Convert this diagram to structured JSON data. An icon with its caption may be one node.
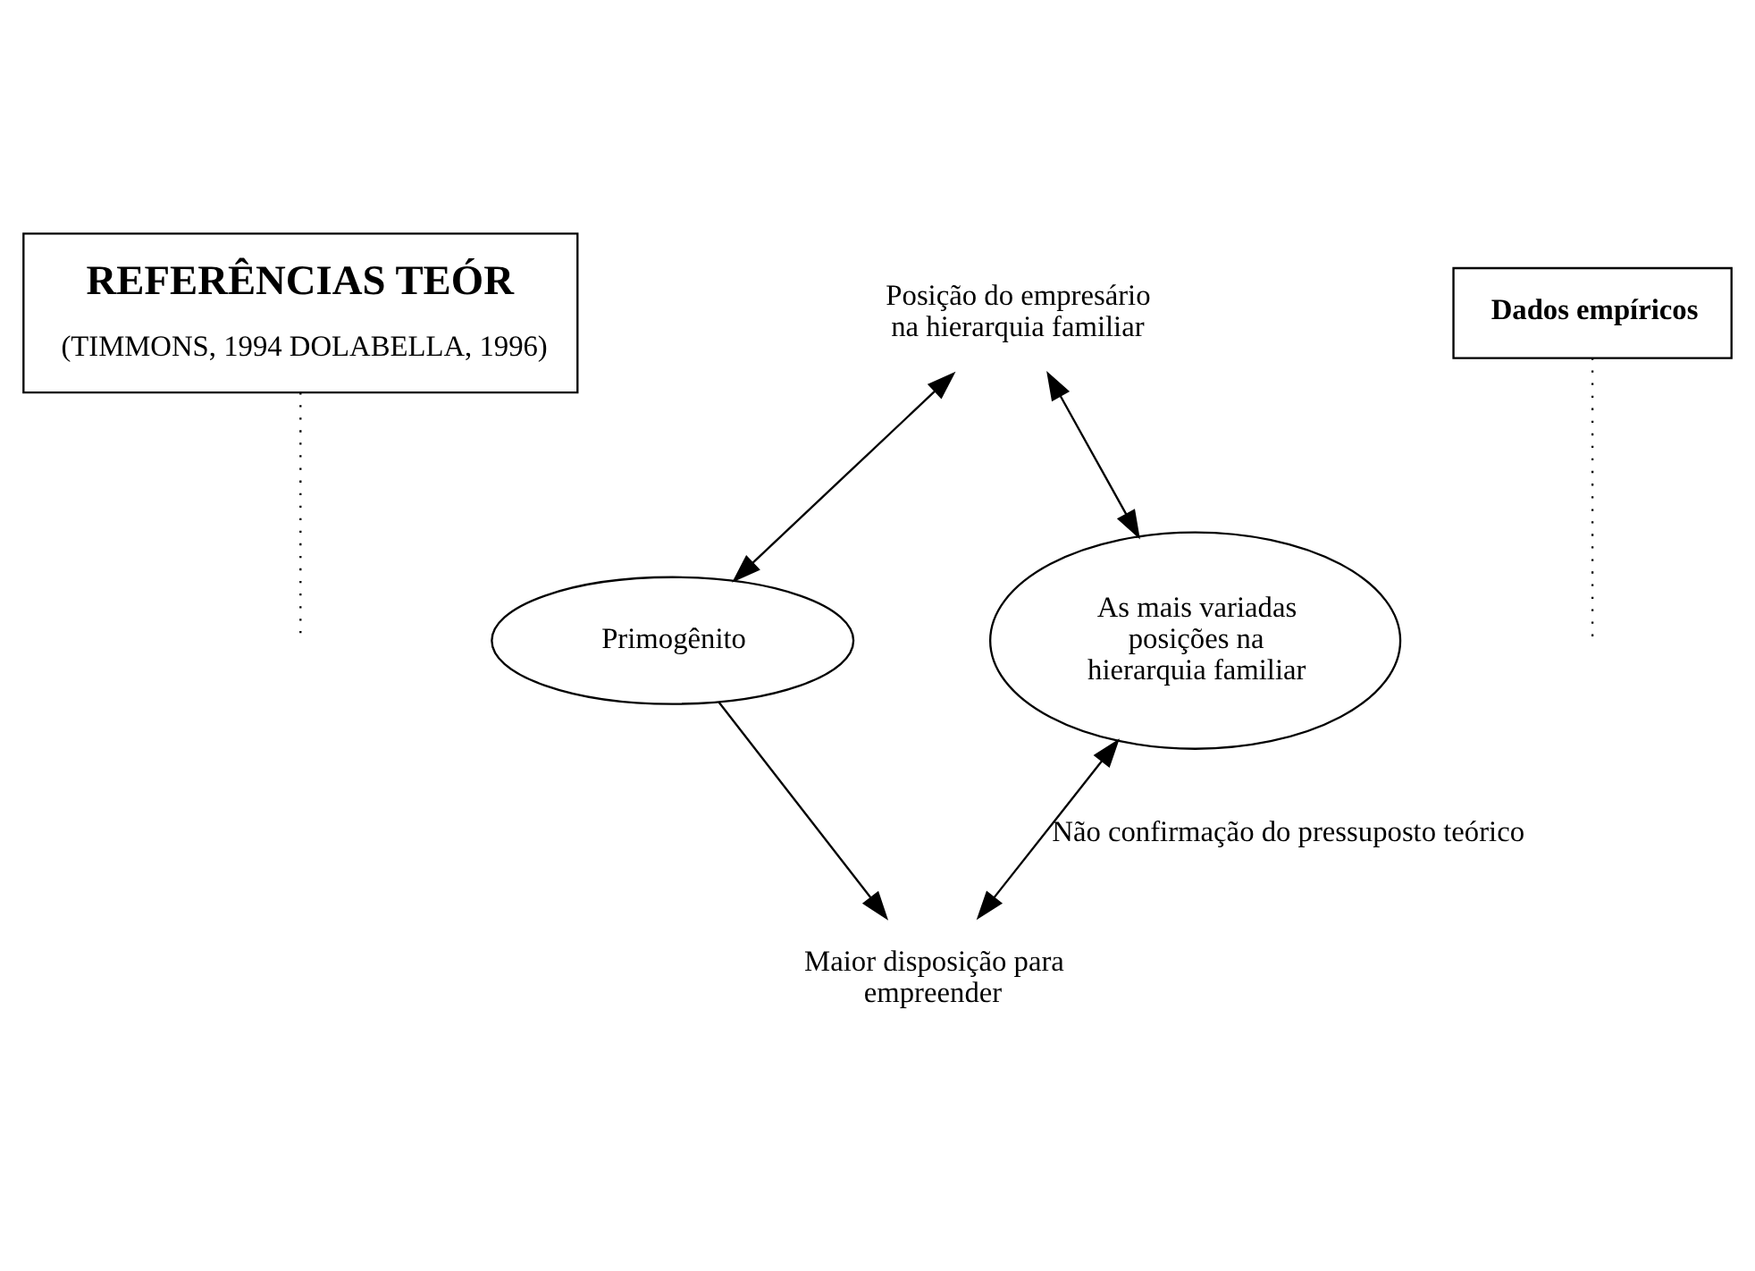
{
  "diagram": {
    "nodes": [
      {
        "text": [
          "REFERÊNCIAS TEÓR",
          "(TIMMONS, 1994 DOLABELLA, 1996)"
        ]
      },
      {
        "text": [
          "Posição do empresário na hierarquia familiar"
        ]
      },
      {
        "text": [
          "Dados empíricos"
        ]
      },
      {
        "text": [
          "Primogênito"
        ]
      },
      {
        "text": [
          "As mais variadas posições na hierarquia familiar"
        ]
      },
      {
        "text": [
          "Maior disposição para empreender"
        ]
      }
    ],
    "edges": [
      {
        "from": 1,
        "to": 3,
        "arrow": "both"
      },
      {
        "from": 1,
        "to": 4,
        "arrow": "both"
      },
      {
        "from": 0,
        "to": null,
        "arrow": "none",
        "style": "dashed"
      },
      {
        "from": 2,
        "to": null,
        "arrow": "none",
        "style": "dashed"
      },
      {
        "from": 3,
        "to": 5,
        "arrow": "to"
      },
      {
        "from": 4,
        "to": 5,
        "arrow": "both",
        "label": "Não confirmação do pressuposto teórico"
      }
    ]
  }
}
